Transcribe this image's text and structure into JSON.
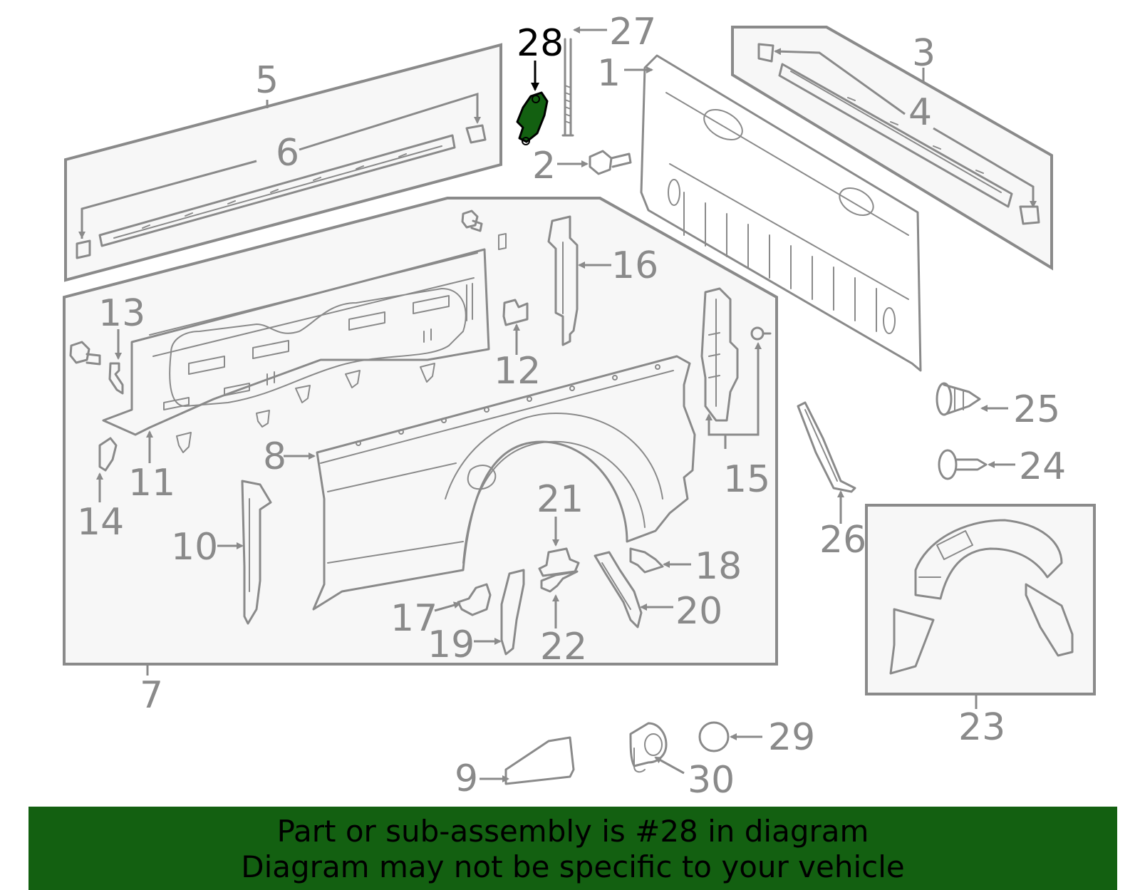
{
  "highlight_color": "#136011",
  "diagram": {
    "highlighted_part": "28",
    "callouts": [
      "1",
      "2",
      "3",
      "4",
      "5",
      "6",
      "7",
      "8",
      "9",
      "10",
      "11",
      "12",
      "13",
      "14",
      "15",
      "16",
      "17",
      "18",
      "19",
      "20",
      "21",
      "22",
      "23",
      "24",
      "25",
      "26",
      "27",
      "28",
      "29",
      "30"
    ]
  },
  "banner": {
    "line1": "Part or sub-assembly is #28 in diagram",
    "line2": "Diagram may not be specific to your vehicle"
  }
}
